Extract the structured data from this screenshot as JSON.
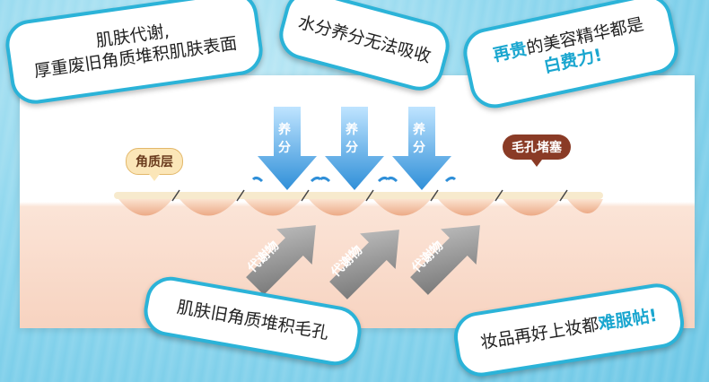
{
  "bubbles": {
    "b1_line1": "肌肤代谢,",
    "b1_line2": "厚重废旧角质堆积肌肤表面",
    "b2": "水分养分无法吸收",
    "b3_prefix": "再贵",
    "b3_mid": "的美容精华都是",
    "b3_highlight": "白费力",
    "b3_suffix": "!",
    "b4": "肌肤旧角质堆积毛孔",
    "b5_prefix": "妆品再好上妆都",
    "b5_highlight": "难服帖",
    "b5_suffix": "!"
  },
  "labels": {
    "corneum": "角质层",
    "pore_clog": "毛孔堵塞",
    "nutrient_top": "养",
    "nutrient_bottom": "分",
    "metabolite": "代谢物"
  },
  "colors": {
    "bubble_border": "#2bb3d8",
    "highlight": "#1aa6cf",
    "arrow_down": "#3f9be0",
    "arrow_diag": "#8c8c8c"
  }
}
